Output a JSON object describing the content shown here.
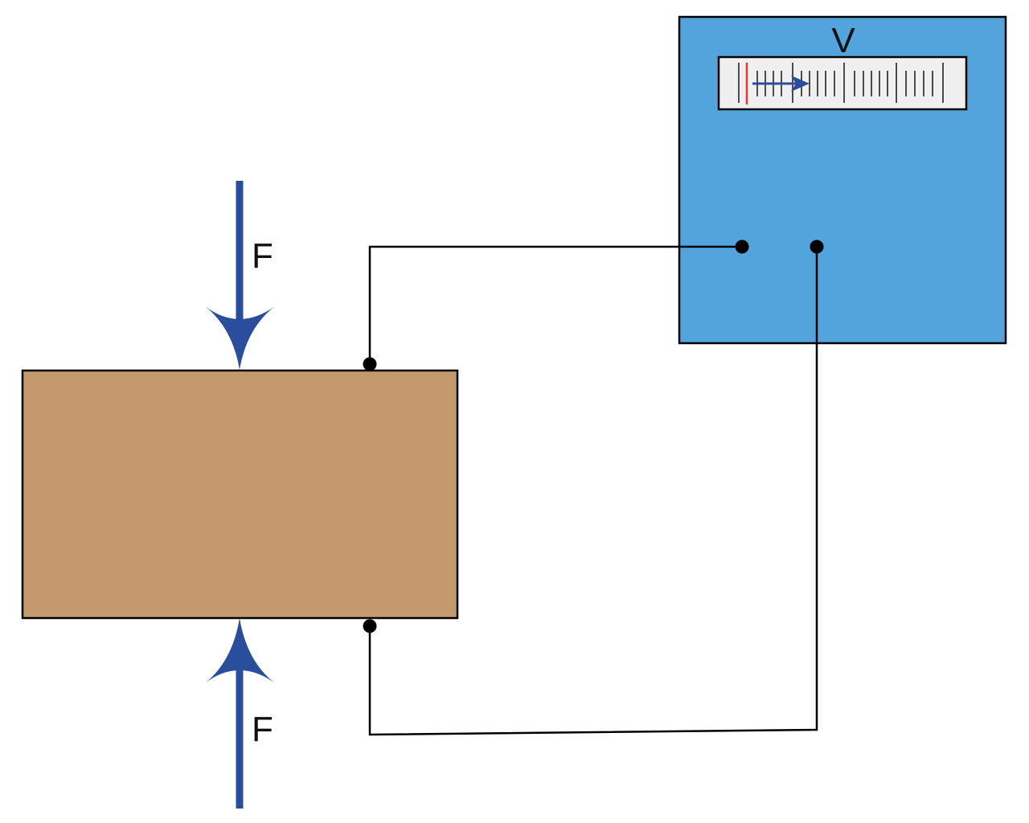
{
  "force_top": {
    "label": "F"
  },
  "force_bottom": {
    "label": "F"
  },
  "voltmeter": {
    "label": "V"
  },
  "colors": {
    "force_arrow": "#2b4e9c",
    "crystal": "#c49a6c",
    "meter_body": "#53a4dc",
    "meter_scale": "#f0f0f0",
    "zero_mark": "#e23b2e",
    "needle": "#2b4e9c",
    "wire": "#000000"
  }
}
